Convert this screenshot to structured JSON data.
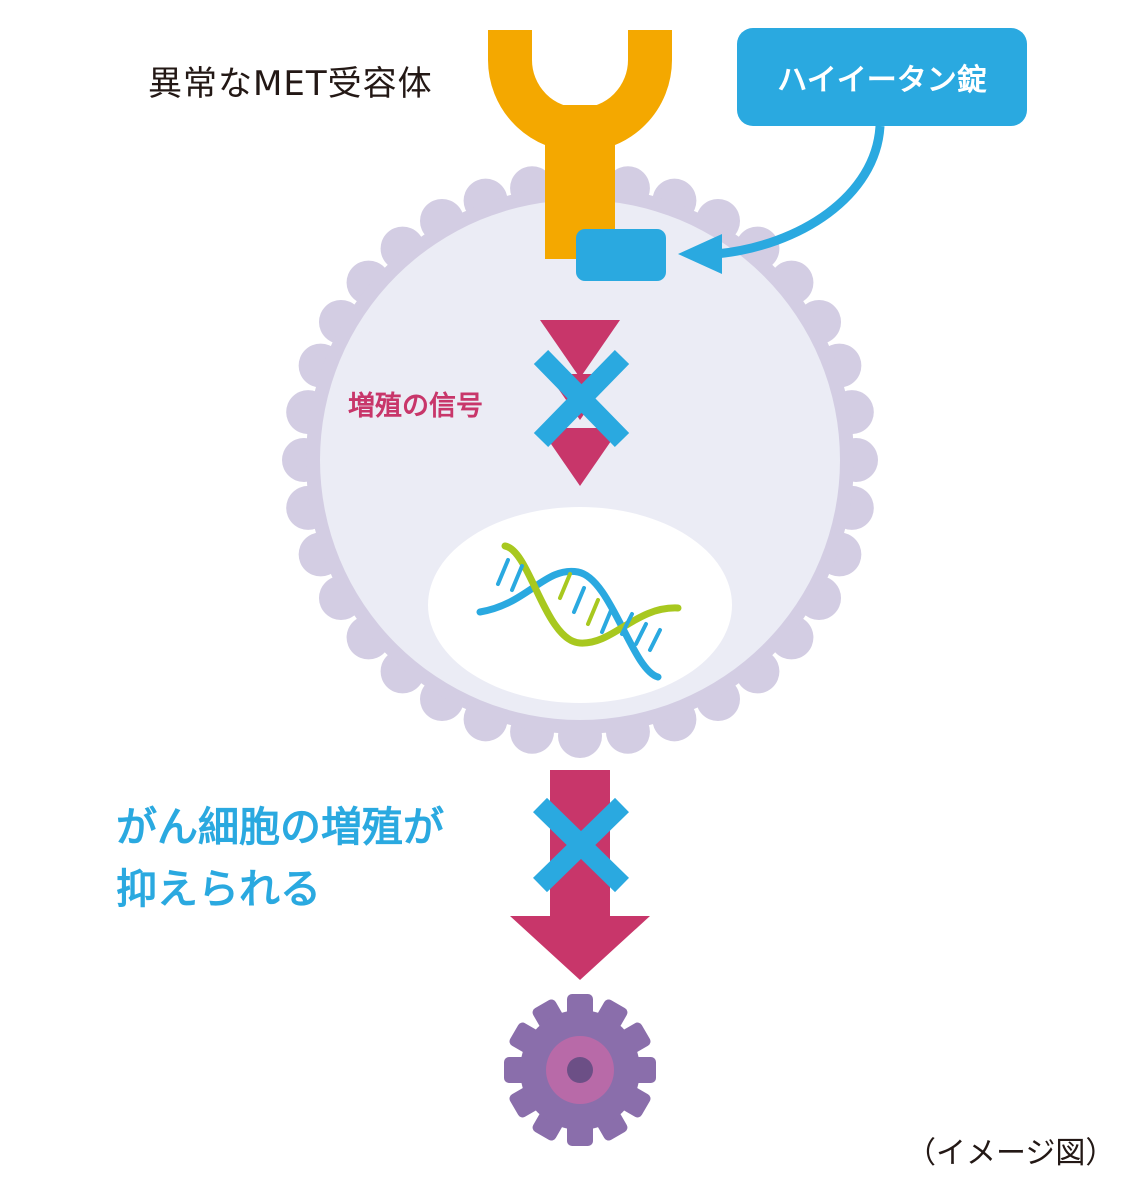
{
  "labels": {
    "receptor": "異常なMET受容体",
    "drug": "ハイイータン錠",
    "signal": "増殖の信号",
    "result_line1": "がん細胞の増殖が",
    "result_line2": "抑えられる",
    "caption": "（イメージ図）"
  },
  "colors": {
    "receptor": "#f4a800",
    "drug": "#2aa9e0",
    "cell_membrane": "#d3cde3",
    "cell_interior": "#ebecf5",
    "nucleus": "#ffffff",
    "signal_arrow": "#c8366a",
    "block_cross": "#2aa9e0",
    "dna_strand_a": "#a8c81f",
    "dna_strand_b": "#2aa9e0",
    "cancer_cell_outer": "#8a6eab",
    "cancer_cell_ring": "#b86aa8",
    "cancer_cell_core": "#6c4f86"
  },
  "icons": {
    "receptor": "y-shaped-receptor-icon",
    "drug_target": "drug-block-icon",
    "dna": "dna-helix-icon",
    "cancer_cell": "cancer-cell-gear-icon",
    "block": "cross-mark-icon"
  }
}
